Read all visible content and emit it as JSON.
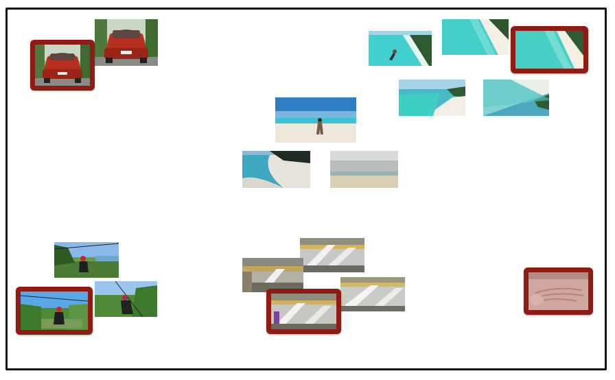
{
  "canvas": {
    "border_color": "#111111",
    "highlight_color": "#8e1c14"
  },
  "clusters": [
    {
      "name": "car",
      "thumbnails": [
        {
          "id": "car-2",
          "scene": "red-car-rear",
          "highlighted": false
        },
        {
          "id": "car-1",
          "scene": "red-car-rear",
          "highlighted": true
        }
      ]
    },
    {
      "name": "beach-aerial",
      "thumbnails": [
        {
          "id": "aerial-1",
          "scene": "swimmer-aerial",
          "highlighted": false
        },
        {
          "id": "aerial-2",
          "scene": "shore-aerial",
          "highlighted": false
        },
        {
          "id": "aerial-3",
          "scene": "shore-aerial",
          "highlighted": true
        },
        {
          "id": "aerial-4",
          "scene": "coast-aerial",
          "highlighted": false
        },
        {
          "id": "aerial-5",
          "scene": "coast-tilted",
          "highlighted": false
        }
      ]
    },
    {
      "name": "beach-ground",
      "thumbnails": [
        {
          "id": "beach-1",
          "scene": "person-on-beach",
          "highlighted": false
        },
        {
          "id": "beach-2",
          "scene": "sand-curve",
          "highlighted": false
        },
        {
          "id": "beach-3",
          "scene": "cloudy-beach",
          "highlighted": false
        }
      ]
    },
    {
      "name": "zipline",
      "thumbnails": [
        {
          "id": "zip-1",
          "scene": "zipline-rider",
          "highlighted": false
        },
        {
          "id": "zip-2",
          "scene": "zipline-rider",
          "highlighted": false
        },
        {
          "id": "zip-3",
          "scene": "zipline-rider",
          "highlighted": true
        }
      ]
    },
    {
      "name": "mall",
      "thumbnails": [
        {
          "id": "mall-1",
          "scene": "mall-escalators",
          "highlighted": false
        },
        {
          "id": "mall-2",
          "scene": "mall-escalators",
          "highlighted": false
        },
        {
          "id": "mall-3",
          "scene": "mall-escalators",
          "highlighted": false
        },
        {
          "id": "mall-4",
          "scene": "mall-escalators",
          "highlighted": true
        }
      ]
    },
    {
      "name": "hand",
      "thumbnails": [
        {
          "id": "hand-1",
          "scene": "hand-closeup",
          "highlighted": true
        }
      ]
    }
  ]
}
